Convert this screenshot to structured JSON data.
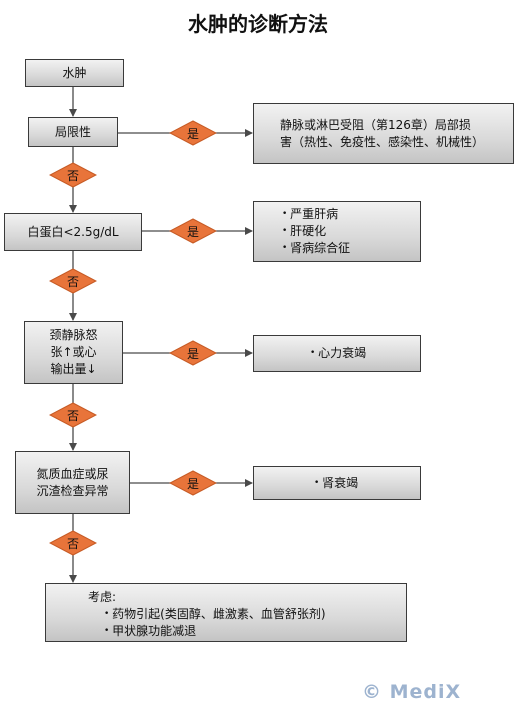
{
  "title": "水肿的诊断方法",
  "yes": "是",
  "no": "否",
  "steps": {
    "start": "水肿",
    "q1": "局限性",
    "q2": "白蛋白<2.5g/dL",
    "q3_l1": "颈静脉怒",
    "q3_l2": "张↑或心",
    "q3_l3": "输出量↓",
    "q4_l1": "氮质血症或尿",
    "q4_l2": "沉渣检查异常"
  },
  "results": {
    "r1_l1": "静脉或淋巴受阻（第126章）局部损",
    "r1_l2": "害（热性、免疫性、感染性、机械性）",
    "r2": [
      "严重肝病",
      "肝硬化",
      "肾病综合征"
    ],
    "r3": "心力衰竭",
    "r4": "肾衰竭",
    "final_heading": "考虑:",
    "final": [
      "药物引起(类固醇、雌激素、血管舒张剂)",
      "甲状腺功能减退"
    ]
  },
  "watermark": "© MediX",
  "colors": {
    "diamond": "#e8743a",
    "box": "#d9d9d9",
    "line": "#4a4a4a"
  }
}
